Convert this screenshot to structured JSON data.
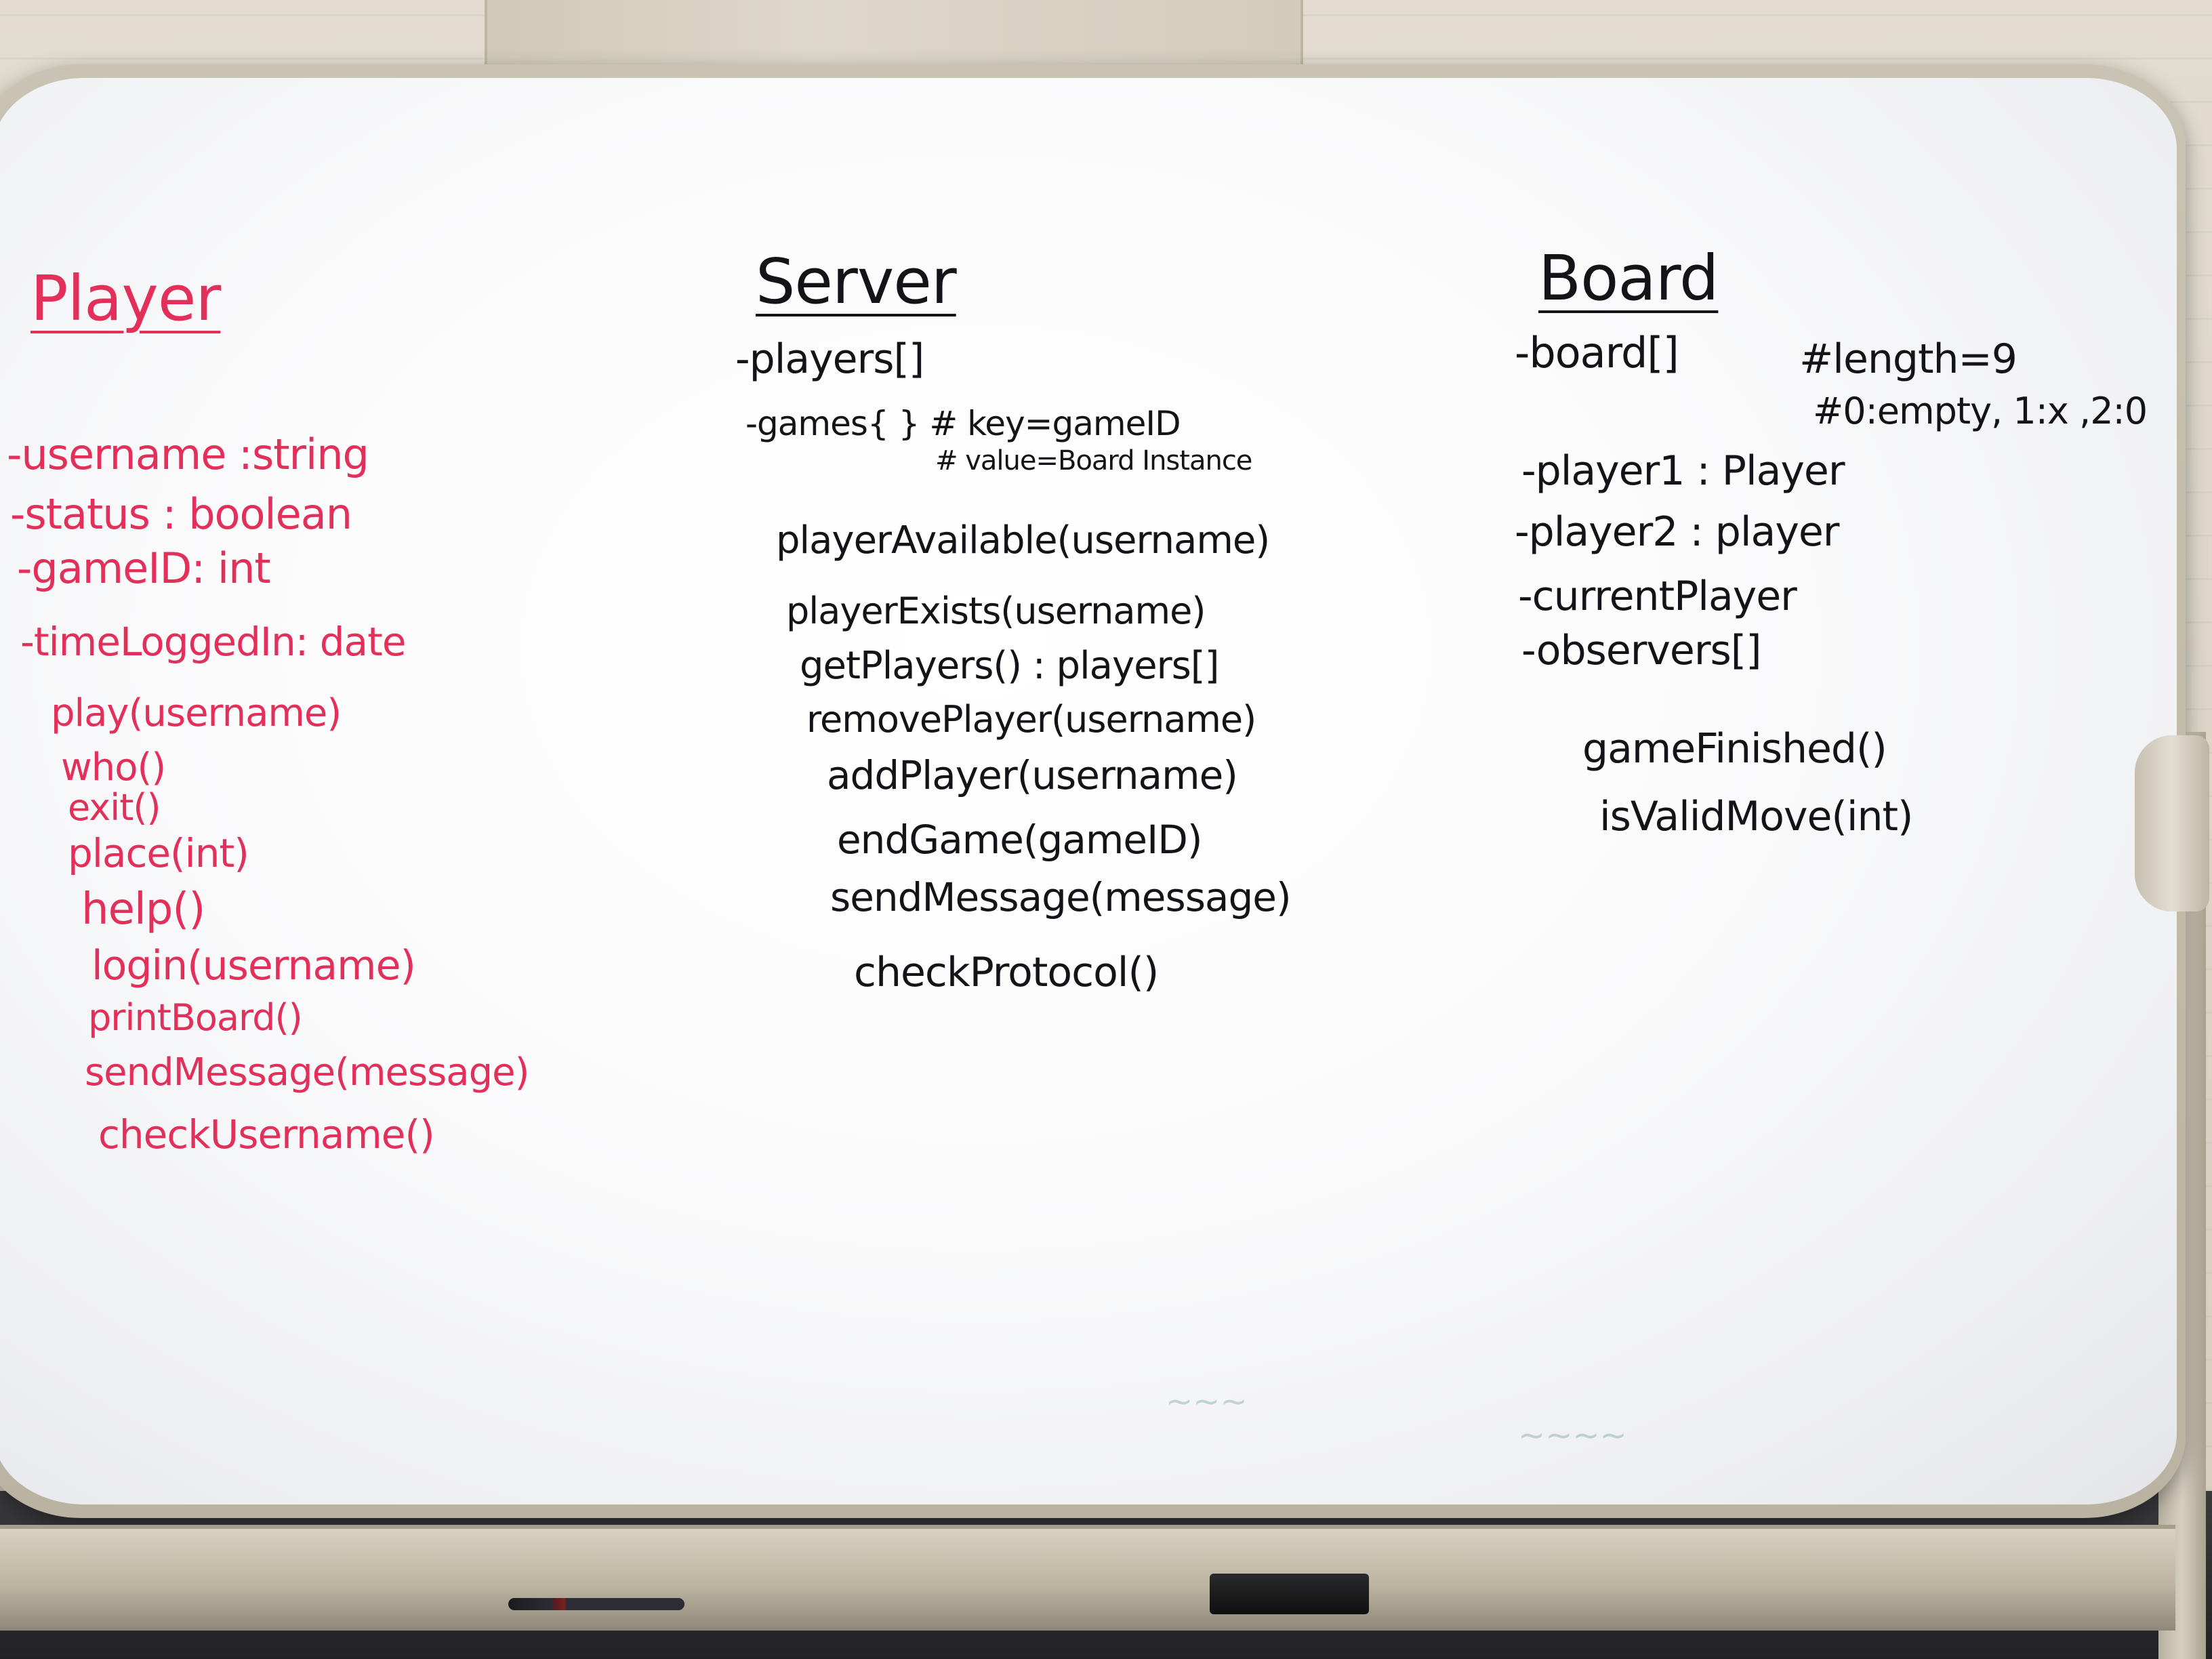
{
  "player": {
    "title": "Player",
    "attributes": [
      "-username :string",
      "-status : boolean",
      "-gameID: int",
      "-timeLoggedIn: date"
    ],
    "methods": [
      "play(username)",
      "who()",
      "exit()",
      "place(int)",
      "help()",
      "login(username)",
      "printBoard()",
      "sendMessage(message)",
      "checkUsername()"
    ]
  },
  "server": {
    "title": "Server",
    "attributes": [
      "-players[]",
      "-games{ } # key=gameID"
    ],
    "comments": [
      "# value=Board Instance"
    ],
    "methods": [
      "playerAvailable(username)",
      "playerExists(username)",
      "getPlayers() : players[]",
      "removePlayer(username)",
      "addPlayer(username)",
      "endGame(gameID)",
      "sendMessage(message)",
      "checkProtocol()"
    ]
  },
  "board": {
    "title": "Board",
    "attributes": [
      "-board[]",
      "-player1 : Player",
      "-player2 : player",
      "-currentPlayer",
      "-observers[]"
    ],
    "comments": [
      "#length=9",
      "#0:empty, 1:x ,2:0"
    ],
    "methods": [
      "gameFinished()",
      "isValidMove(int)"
    ]
  },
  "colors": {
    "red_marker": "#e3305a",
    "black_marker": "#141418",
    "board_white": "#fbfbfc",
    "frame": "#c9c3b3"
  }
}
